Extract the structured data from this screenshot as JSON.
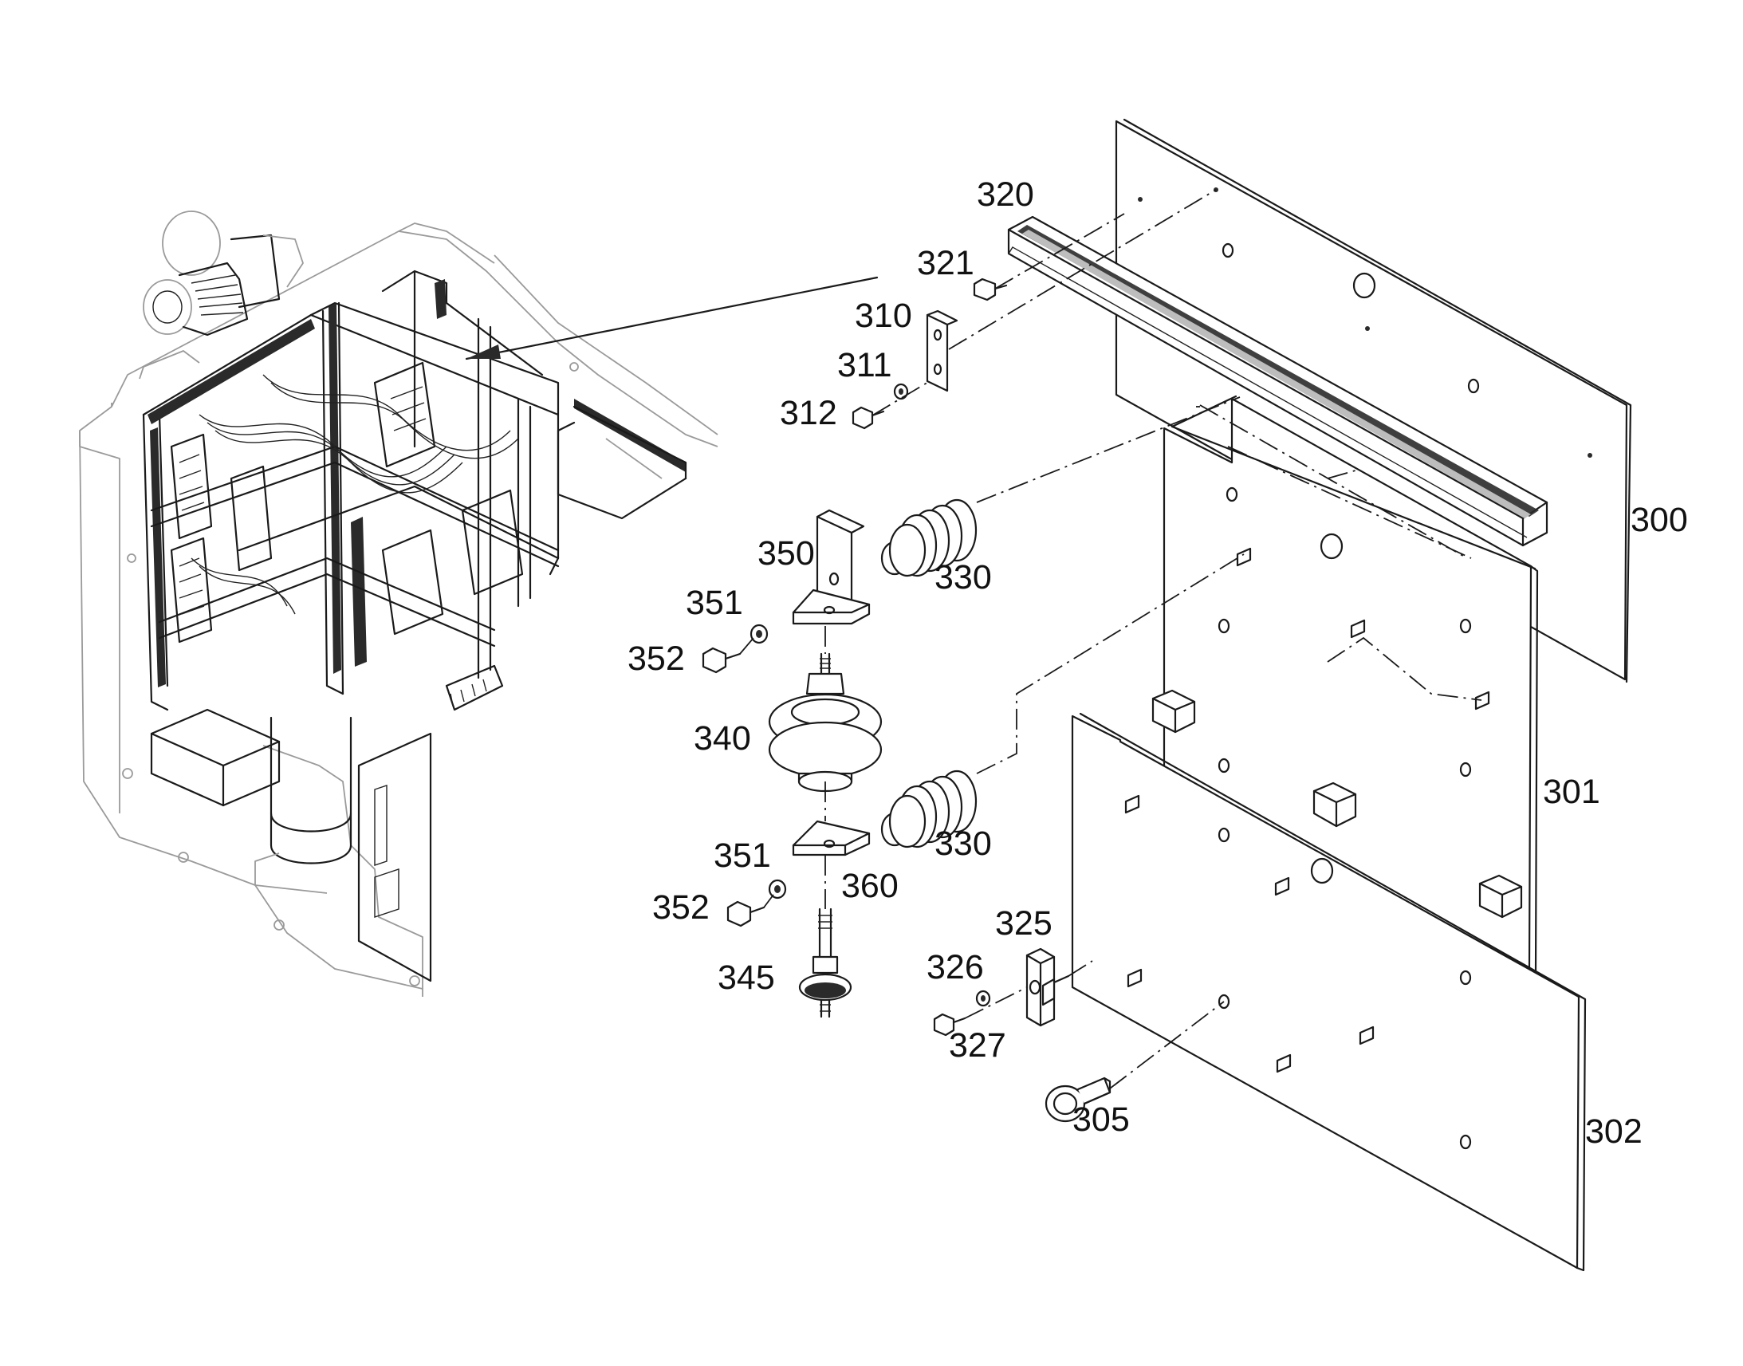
{
  "diagram": {
    "type": "exploded-parts-view",
    "line_color": "#1a1a1a",
    "ghost_color": "#9a9a9a",
    "background": "#ffffff"
  },
  "callouts": {
    "c300": "300",
    "c301": "301",
    "c302": "302",
    "c305": "305",
    "c310": "310",
    "c311": "311",
    "c312": "312",
    "c320": "320",
    "c321": "321",
    "c325": "325",
    "c326": "326",
    "c327": "327",
    "c330a": "330",
    "c330b": "330",
    "c340": "340",
    "c345": "345",
    "c350": "350",
    "c351a": "351",
    "c351b": "351",
    "c352a": "352",
    "c352b": "352",
    "c360": "360"
  }
}
